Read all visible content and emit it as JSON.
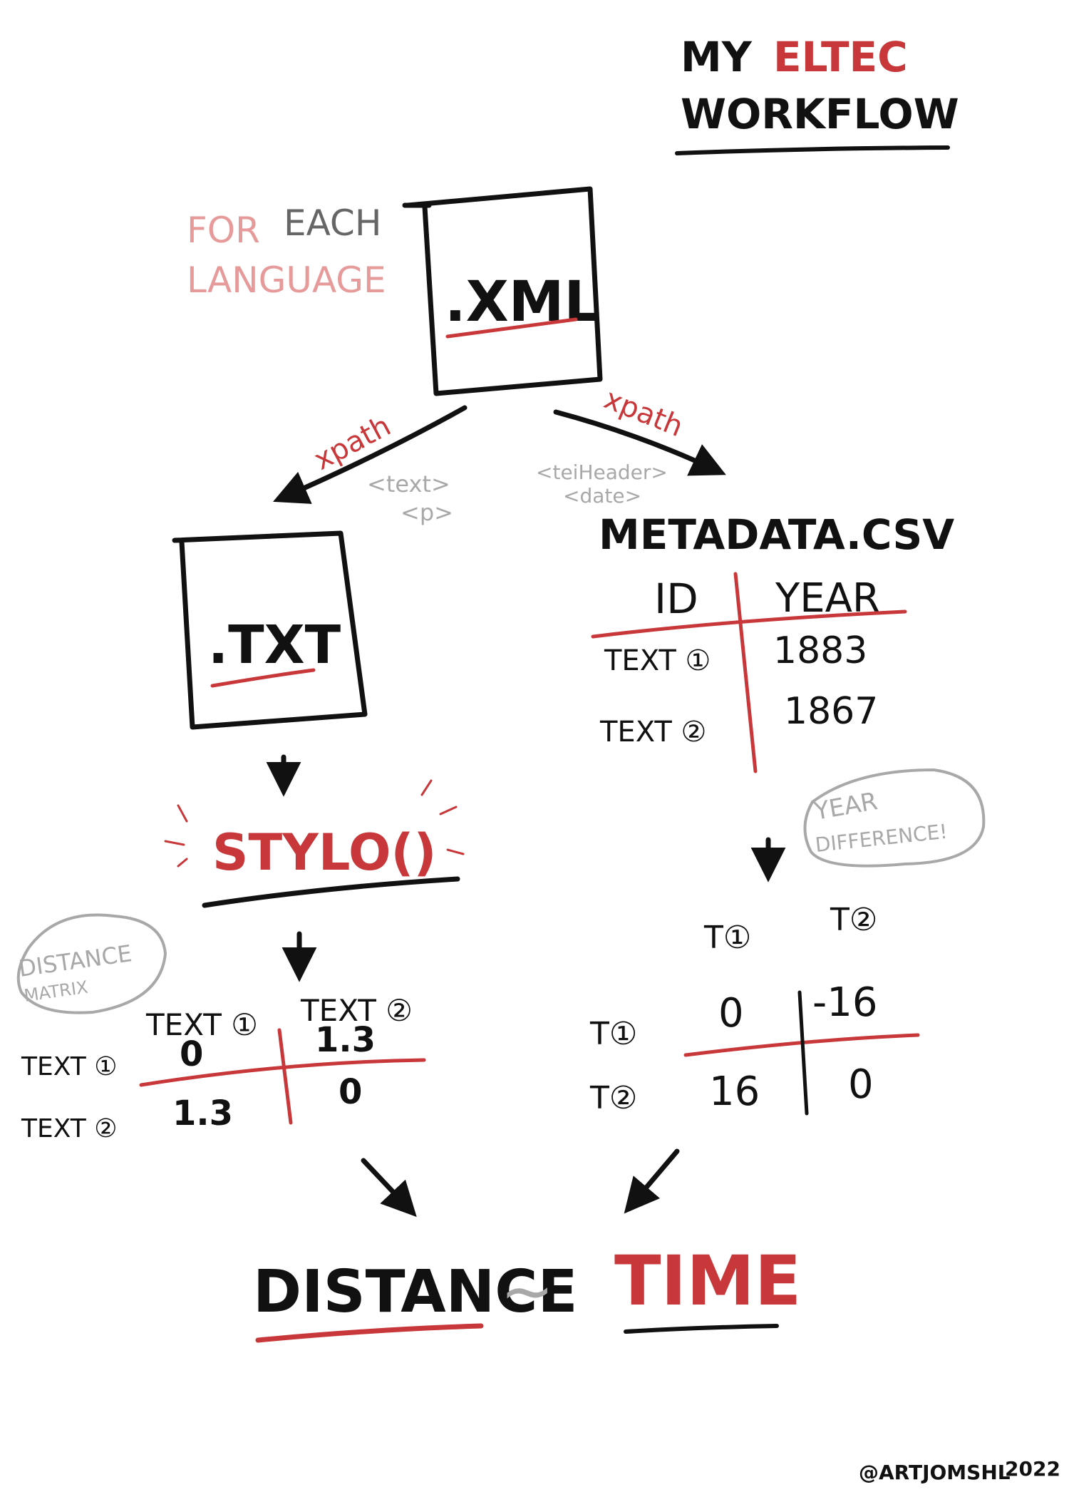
{
  "title": {
    "line1_prefix": "MY",
    "line1_accent": "ELTEC",
    "line2": "WORKFLOW"
  },
  "scope_label": {
    "for": "FOR",
    "each": "EACH",
    "language": "LANGUAGE"
  },
  "source_file": {
    "label": ".XML"
  },
  "left_branch": {
    "method": "xpath",
    "tag_text": "<text>",
    "tag_p": "<p>",
    "file_label": ".TXT",
    "function_label": "STYLO()"
  },
  "right_branch": {
    "method": "xpath",
    "tag_header": "<teiHeader>",
    "tag_date": "<date>",
    "file_label": "METADATA.CSV"
  },
  "metadata_table": {
    "headers": [
      "ID",
      "YEAR"
    ],
    "rows": [
      {
        "id": "TEXT ①",
        "year": "1883"
      },
      {
        "id": "TEXT ②",
        "year": "1867"
      }
    ]
  },
  "distance_matrix": {
    "bubble_line1": "DISTANCE",
    "bubble_line2": "MATRIX",
    "col_headers": [
      "TEXT ①",
      "TEXT ②"
    ],
    "row_headers": [
      "TEXT ①",
      "TEXT ②"
    ],
    "cells": [
      [
        "0",
        "1.3"
      ],
      [
        "1.3",
        "0"
      ]
    ]
  },
  "year_matrix": {
    "bubble_line1": "YEAR",
    "bubble_line2": "DIFFERENCE!",
    "col_headers": [
      "T①",
      "T②"
    ],
    "row_headers": [
      "T①",
      "T②"
    ],
    "cells": [
      [
        "0",
        "-16"
      ],
      [
        "16",
        "0"
      ]
    ]
  },
  "result": {
    "left": "DISTANCE",
    "relation": "~",
    "right": "TIME"
  },
  "credit": {
    "handle": "@ARTJOMSHL",
    "year": "2022"
  },
  "colors": {
    "ink": "#111111",
    "accent": "#c8383a",
    "pink": "#e79a9a",
    "grey": "#a8a8a8"
  }
}
